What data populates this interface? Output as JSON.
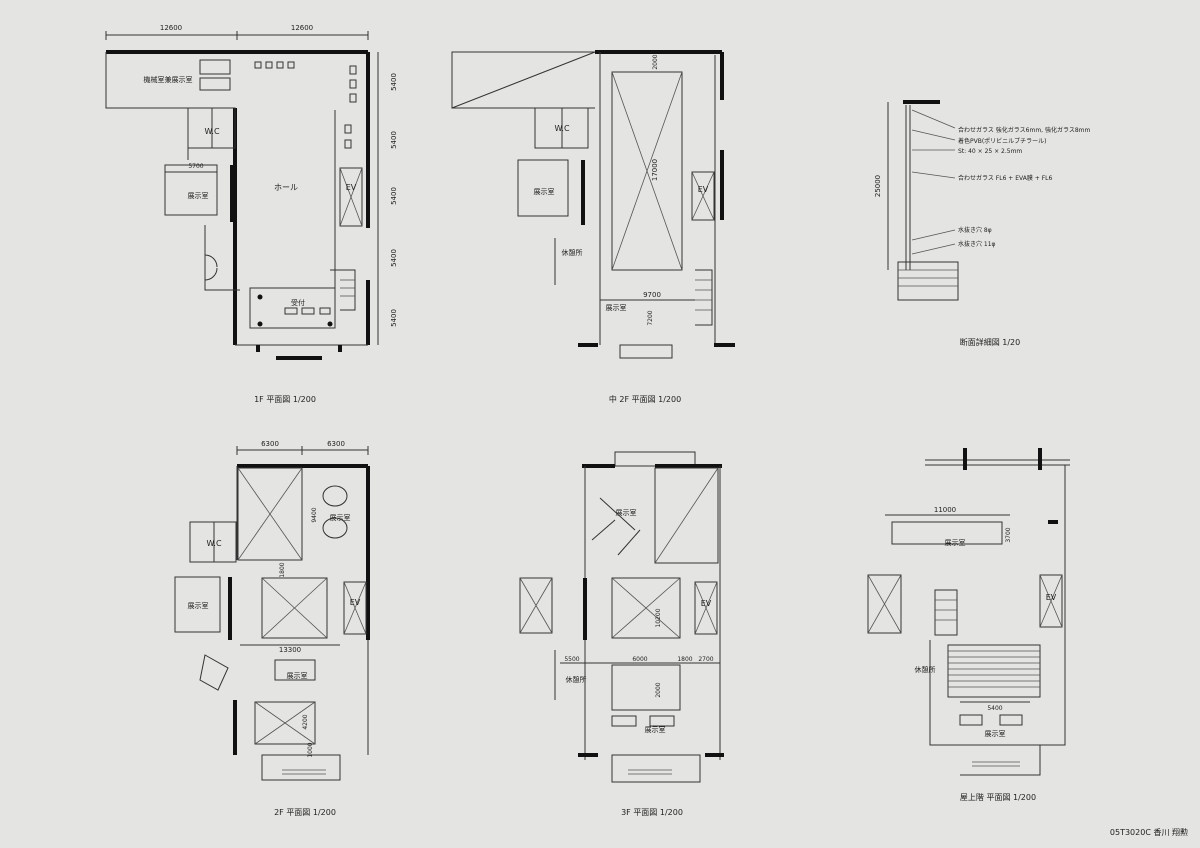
{
  "sheet": {
    "credit": "05T3020C  香川  翔勲"
  },
  "plans": {
    "f1": {
      "caption": "1F  平面図  1/200",
      "dims": {
        "top_left": "12600",
        "top_right": "12600",
        "side": [
          "5400",
          "5400",
          "5400",
          "5400",
          "5400"
        ],
        "inner": "5700"
      },
      "rooms": {
        "machine": "機械室兼展示室",
        "wc": "W.C",
        "hall": "ホール",
        "exhibit": "展示室",
        "ev": "EV",
        "reception": "受付"
      }
    },
    "f2m": {
      "caption": "中 2F  平面図  1/200",
      "dims": {
        "void_top": "2000",
        "void_height": "17000",
        "width": "9700",
        "depth": "7200"
      },
      "rooms": {
        "wc": "W.C",
        "exhibit": "展示室",
        "rest": "休憩所",
        "ev": "EV",
        "exhibit2": "展示室"
      }
    },
    "section": {
      "caption": "断面詳細図  1/20",
      "height": "25000",
      "notes": [
        "合わせガラス  強化ガラス6mm, 強化ガラス8mm",
        "着色PVB(ポリビニルブチラール)",
        "St: 40 × 25 × 2.5mm",
        "合わせガラス  FL6 + EVA膜 + FL6",
        "水抜き穴  8φ",
        "水抜き穴  11φ"
      ]
    },
    "f2": {
      "caption": "2F  平面図  1/200",
      "dims": {
        "top_left": "6300",
        "top_right": "6300",
        "void1": "9400",
        "d1800": "1800",
        "width": "13300",
        "void2": "4200",
        "d1000": "1000"
      },
      "rooms": {
        "exhibit": "展示室",
        "wc": "W.C",
        "exhibit2": "展示室",
        "ev": "EV",
        "exhibit3": "展示室"
      }
    },
    "f3": {
      "caption": "3F  平面図  1/200",
      "dims": {
        "void": "10200",
        "w5500": "5500",
        "w6000": "6000",
        "w1800": "1800",
        "w2700": "2700",
        "d2000": "2000"
      },
      "rooms": {
        "exhibit": "展示室",
        "ev": "EV",
        "rest": "休憩所",
        "exhibit2": "展示室"
      }
    },
    "roof": {
      "caption": "屋上階  平面図  1/200",
      "dims": {
        "w11000": "11000",
        "d3700": "3700",
        "w5400": "5400"
      },
      "rooms": {
        "exhibit": "展示室",
        "ev": "EV",
        "rest": "休憩所",
        "exhibit2": "展示室"
      }
    }
  }
}
